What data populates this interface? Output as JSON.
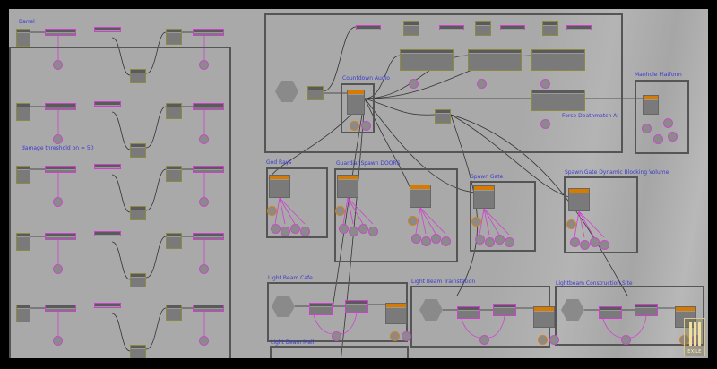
{
  "comments": {
    "barrel": "Barrel",
    "damage_threshold": "damage threshold on = 50",
    "countdown_audio": "Countdown Audio",
    "manhole_platform": "Manhole Platform",
    "force_deathmatch_ai": "Force Deathmatch AI",
    "god_rays": "God Rays",
    "guardian_spawn_doors": "GuardianSpawn DOORS",
    "spawn_gate": "Spawn Gate",
    "spawn_gate_dynamic_blocking_volume": "Spawn Gate Dynamic Blocking Volume",
    "light_beam_cafe": "Light Beam Cafe",
    "light_beam_trainstation": "Light Beam Trainstation",
    "lightbeam_construction_site": "Lightbeam Construction Site",
    "light_beam_mall": "Light Beam Mall"
  },
  "logo": {
    "text": "EXILE"
  },
  "colors": {
    "canvas": "#a9a9a9",
    "comment_text": "#3a3ad0",
    "wire": "#333333",
    "var_link": "#d040d0",
    "matinee_header": "#d77a00"
  }
}
